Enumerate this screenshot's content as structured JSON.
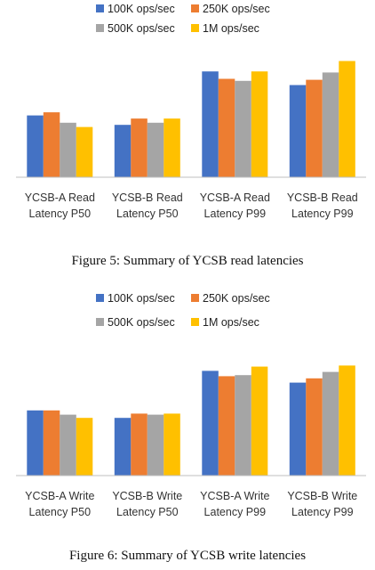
{
  "colors": {
    "series": [
      "#4472C4",
      "#ED7D31",
      "#A5A5A5",
      "#FFC000"
    ],
    "axis": "#bfbfbf"
  },
  "chart_data": [
    {
      "type": "bar",
      "categories": [
        [
          "YCSB-A  Read",
          "Latency P50"
        ],
        [
          "YCSB-B  Read",
          "Latency P50"
        ],
        [
          "YCSB-A Read",
          "Latency P99"
        ],
        [
          "YCSB-B  Read",
          "Latency P99"
        ]
      ],
      "series": [
        {
          "name": "100K ops/sec",
          "values": [
            59,
            50,
            101,
            88
          ]
        },
        {
          "name": "250K ops/sec",
          "values": [
            62,
            56,
            94,
            93
          ]
        },
        {
          "name": "500K ops/sec",
          "values": [
            52,
            52,
            92,
            100
          ]
        },
        {
          "name": "1M ops/sec",
          "values": [
            48,
            56,
            101,
            111
          ]
        }
      ],
      "ylim": [
        0,
        125
      ],
      "grid": false,
      "legend": "top",
      "caption": "Figure 5: Summary of YCSB read latencies"
    },
    {
      "type": "bar",
      "categories": [
        [
          "YCSB-A  Write",
          "Latency P50"
        ],
        [
          "YCSB-B  Write",
          "Latency P50"
        ],
        [
          "YCSB-A  Write",
          "Latency P99"
        ],
        [
          "YCSB-B  Write",
          "Latency P99"
        ]
      ],
      "series": [
        {
          "name": "100K ops/sec",
          "values": [
            61,
            54,
            98,
            87
          ]
        },
        {
          "name": "250K ops/sec",
          "values": [
            61,
            58,
            93,
            91
          ]
        },
        {
          "name": "500K ops/sec",
          "values": [
            57,
            57,
            94,
            97
          ]
        },
        {
          "name": "1M ops/sec",
          "values": [
            54,
            58,
            102,
            103
          ]
        }
      ],
      "ylim": [
        0,
        125
      ],
      "grid": false,
      "legend": "top",
      "caption": "Figure 6: Summary of YCSB write latencies"
    }
  ]
}
